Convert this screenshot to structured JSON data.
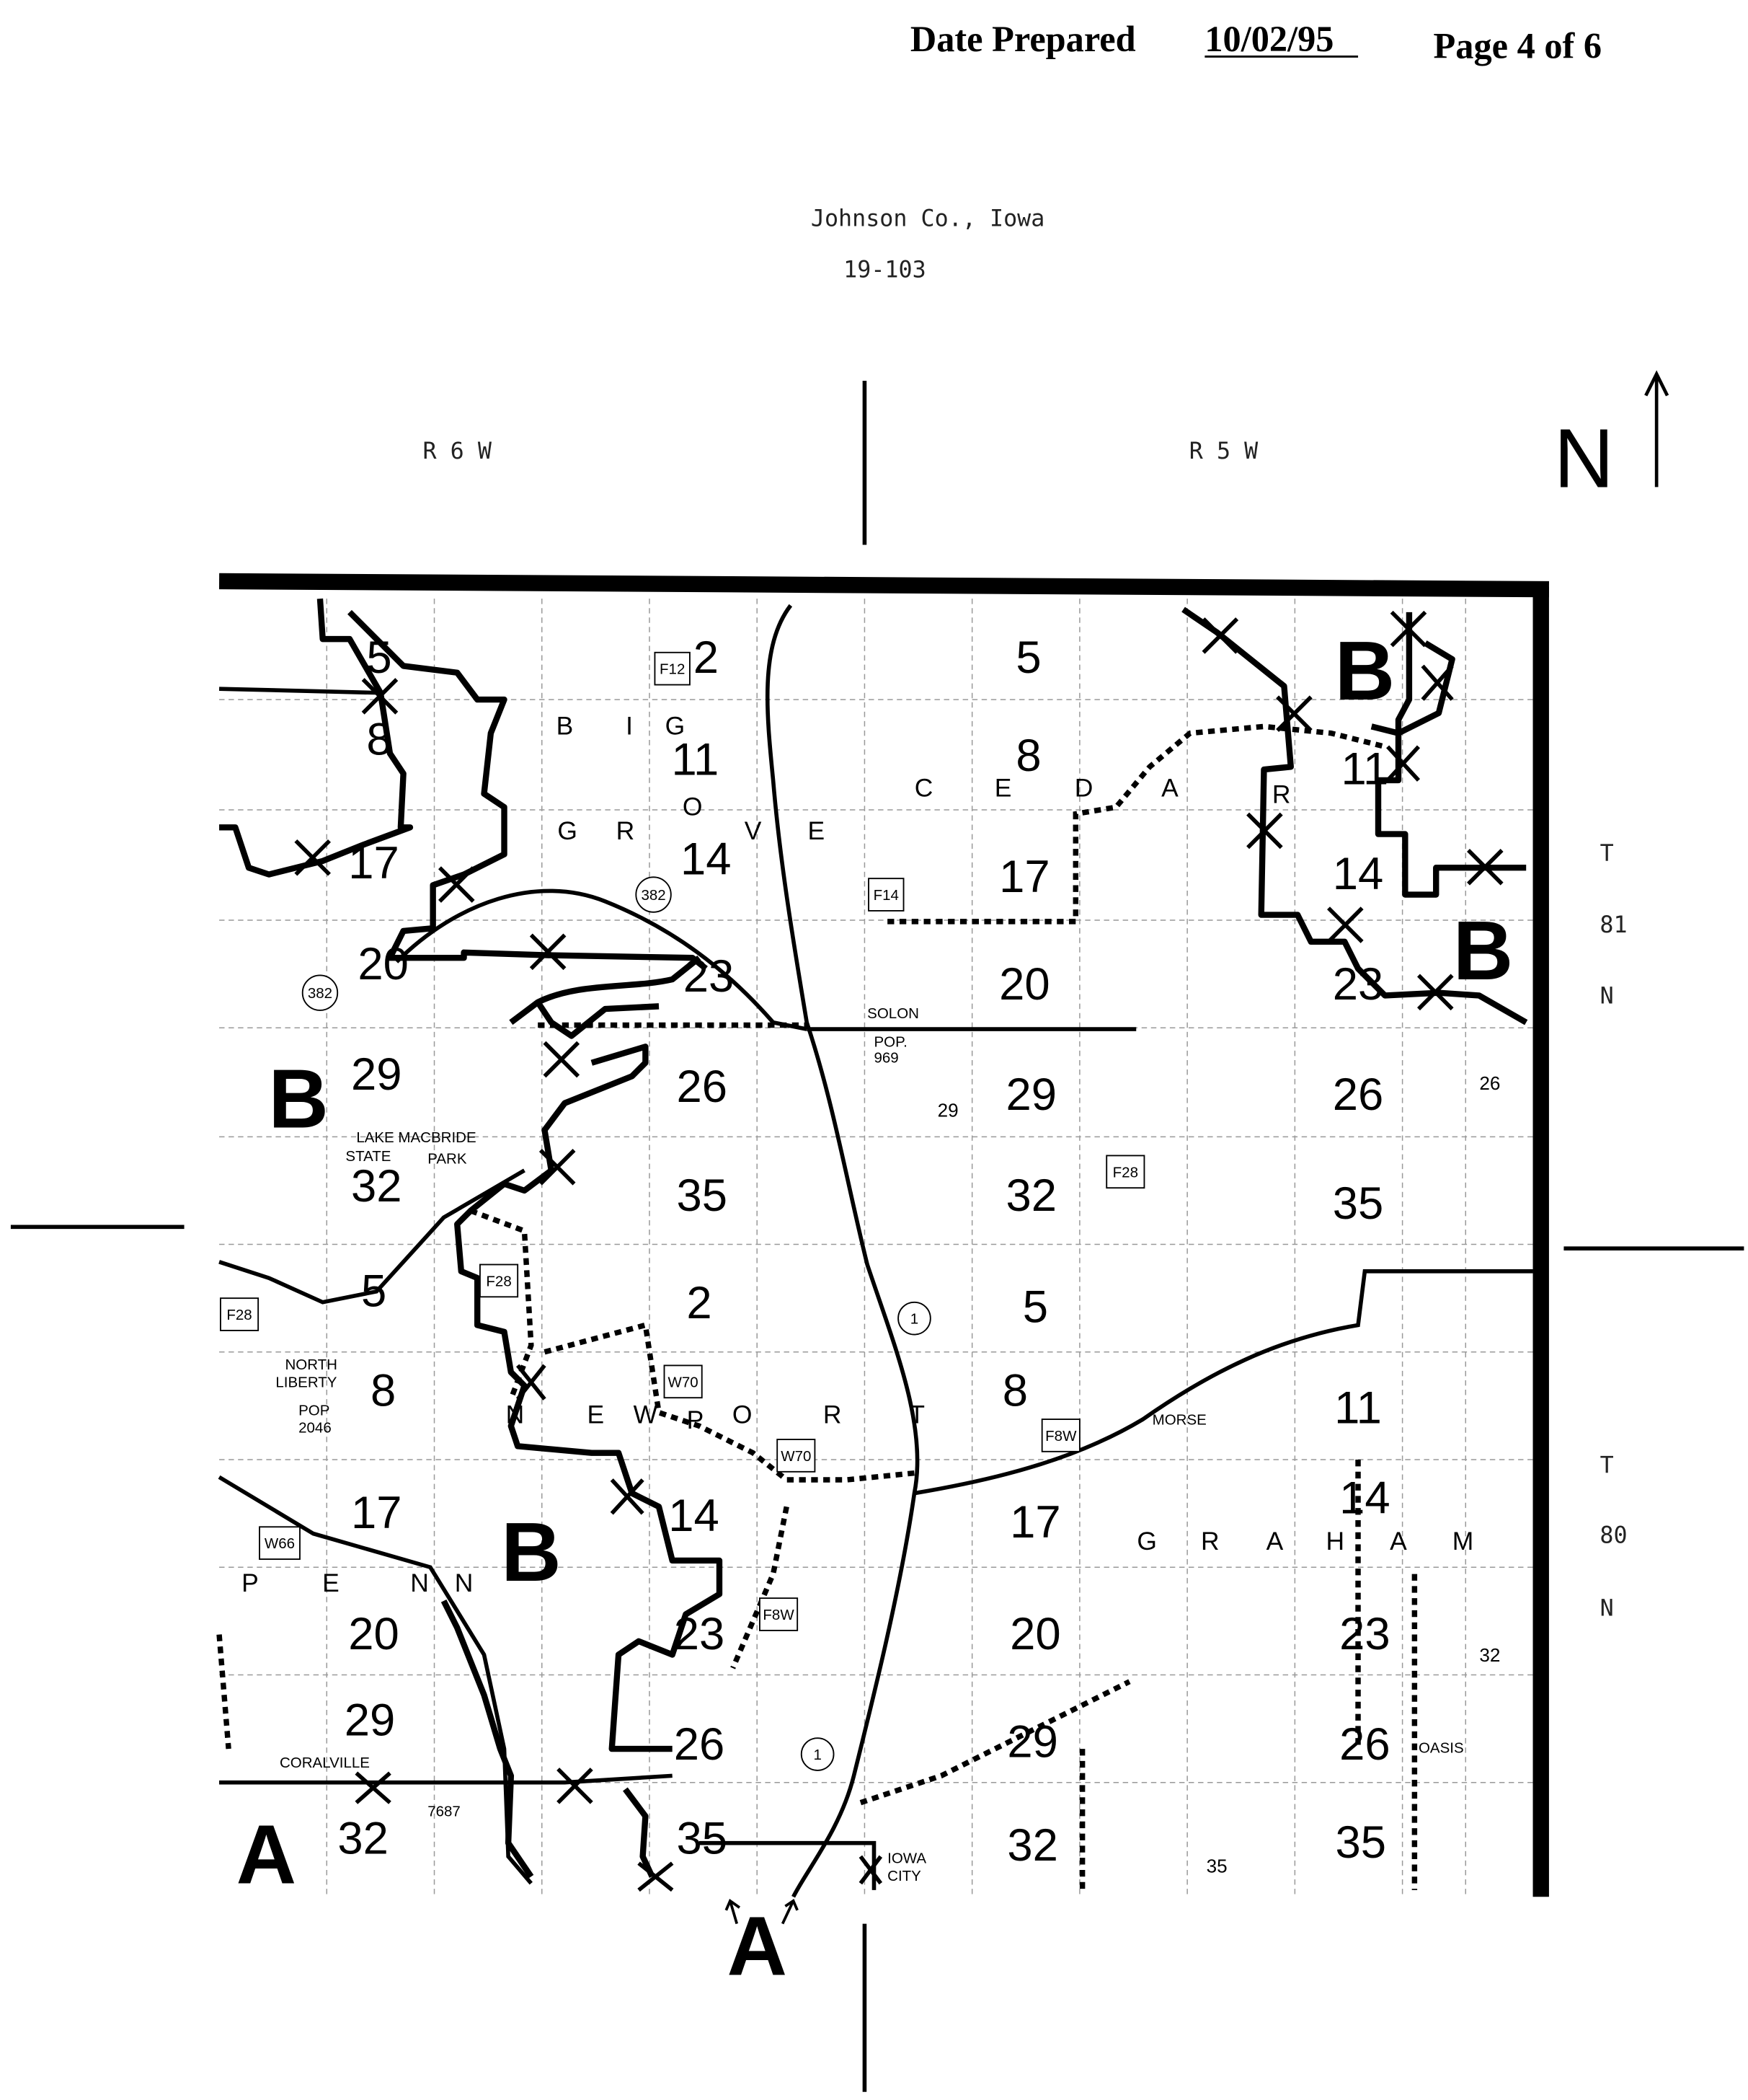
{
  "header": {
    "date_label": "Date Prepared",
    "date_value": "10/02/95",
    "page_label": "Page 4 of  6"
  },
  "title": {
    "county": "Johnson Co., Iowa",
    "code": "19-103"
  },
  "ranges": {
    "west": "R  6  W",
    "east": "R  5  W"
  },
  "north_label": "N",
  "townships_tiers": {
    "t81": [
      "T",
      "81",
      "N"
    ],
    "t80": [
      "T",
      "80",
      "N"
    ]
  },
  "township_names": {
    "big": [
      "B",
      "I",
      "G"
    ],
    "grove": [
      "G",
      "R",
      "O",
      "V",
      "E"
    ],
    "cedar": [
      "C",
      "E",
      "D",
      "A",
      "R"
    ],
    "newport": [
      "N",
      "E",
      "W",
      "P",
      "O",
      "R",
      "T"
    ],
    "penn": [
      "P",
      "E",
      "N",
      "N"
    ],
    "graham": [
      "G",
      "R",
      "A",
      "H",
      "A",
      "M"
    ]
  },
  "places": {
    "solon": "SOLON",
    "solon_pop": "POP.",
    "solon_pop_value": "969",
    "lake_macbride_1": "LAKE MACBRIDE",
    "lake_macbride_2": "STATE",
    "lake_macbride_3": "PARK",
    "north_liberty_1": "NORTH",
    "north_liberty_2": "LIBERTY",
    "north_liberty_pop": "POP",
    "north_liberty_pop_value": "2046",
    "coralville": "CORALVILLE",
    "coralville_pop": "7687",
    "iowa_city_1": "IOWA",
    "iowa_city_2": "CITY",
    "morse": "MORSE",
    "oasis": "OASIS"
  },
  "roads": [
    "F12",
    "F14",
    "F28",
    "F28",
    "F28",
    "W70",
    "W70",
    "F8W",
    "F8W",
    "W66",
    "382",
    "382",
    "1",
    "1"
  ],
  "sections": [
    "2",
    "5",
    "8",
    "11",
    "14",
    "17",
    "20",
    "23",
    "26",
    "29",
    "32",
    "35",
    "5",
    "8",
    "17",
    "20",
    "29",
    "32",
    "23",
    "26",
    "35",
    "29",
    "32",
    "26",
    "35",
    "14",
    "11",
    "5",
    "8",
    "2",
    "5",
    "8",
    "11",
    "14",
    "17",
    "14",
    "20",
    "23",
    "20",
    "23",
    "29",
    "26",
    "29",
    "26",
    "32",
    "35",
    "32",
    "35",
    "17"
  ],
  "zones": {
    "b": "B",
    "a": "A"
  }
}
